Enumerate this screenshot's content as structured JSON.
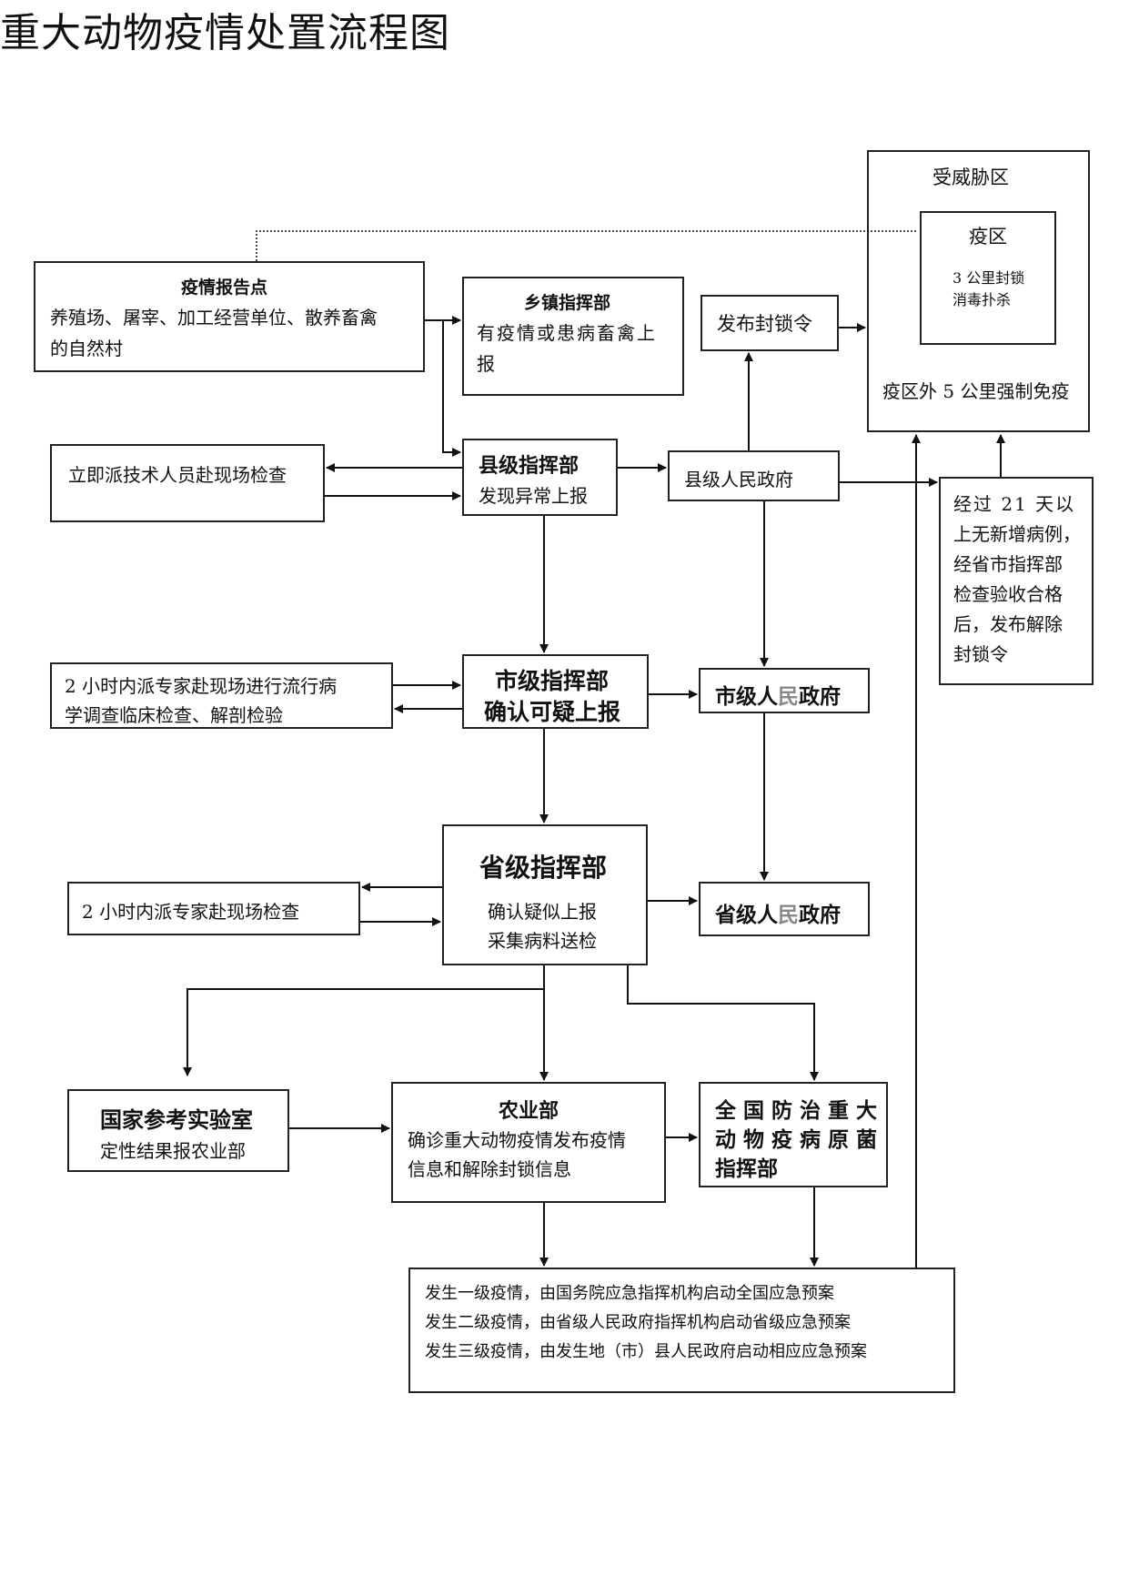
{
  "title": "重大动物疫情处置流程图",
  "threat_zone": {
    "label": "受威胁区",
    "epidemic_zone": {
      "label": "疫区",
      "line1": "3 公里封锁",
      "line2": "消毒扑杀"
    },
    "outer_note": "疫区外 5 公里强制免疫"
  },
  "report_point": {
    "title": "疫情报告点",
    "line1": "养殖场、屠宰、加工经营单位、散养畜禽",
    "line2": "的自然村"
  },
  "township_hq": {
    "title": "乡镇指挥部",
    "line1": "有疫情或患病畜禽上",
    "line2": "报"
  },
  "blockade_order": {
    "label": "发布封锁令"
  },
  "dispatch_tech": {
    "label": "立即派技术人员赴现场检查"
  },
  "county_hq": {
    "title": "县级指挥部",
    "line1": "发现异常上报"
  },
  "county_gov": {
    "label": "县级人民政府"
  },
  "lift_condition": {
    "lines": [
      "经过 21 天以",
      "上无新增病例，",
      "经省市指挥部",
      "检查验收合格",
      "后，发布解除",
      "封锁令"
    ]
  },
  "city_expert": {
    "line1": "2 小时内派专家赴现场进行流行病",
    "line2": "学调查临床检查、解剖检验"
  },
  "city_hq": {
    "line1": "市级指挥部",
    "line2": "确认可疑上报"
  },
  "city_gov": {
    "pre": "市级人",
    "mid": "民",
    "post": "政府"
  },
  "province_expert": {
    "label": "2 小时内派专家赴现场检查"
  },
  "province_hq": {
    "title": "省级指挥部",
    "line1": "确认疑似上报",
    "line2": "采集病料送检"
  },
  "province_gov": {
    "pre": "省级人",
    "mid": "民",
    "post": "政府"
  },
  "national_lab": {
    "title": "国家参考实验室",
    "line1": "定性结果报农业部"
  },
  "agri_ministry": {
    "title": "农业部",
    "line1": "确诊重大动物疫情发布疫情",
    "line2": "信息和解除封锁信息"
  },
  "national_hq": {
    "line1": "全 国 防 治 重 大",
    "line2": "动 物 疫 病 原 菌",
    "line3": "指挥部"
  },
  "response_plan": {
    "lines": [
      "发生一级疫情，由国务院应急指挥机构启动全国应急预案",
      "发生二级疫情，由省级人民政府指挥机构启动省级应急预案",
      "发生三级疫情，由发生地（市）县人民政府启动相应应急预案"
    ]
  }
}
